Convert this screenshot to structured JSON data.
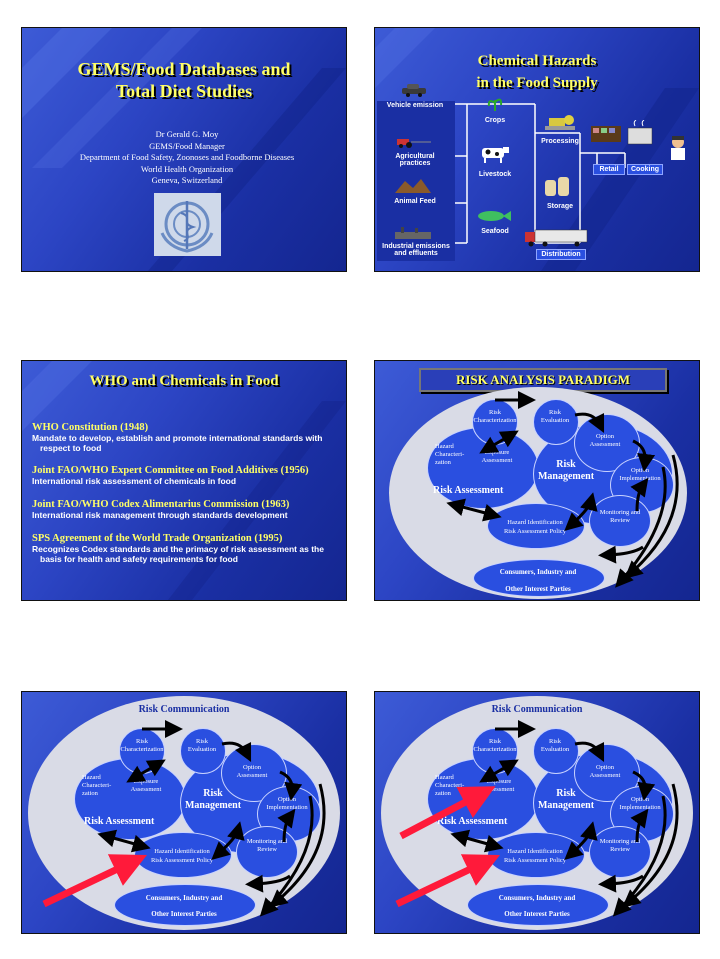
{
  "slide1": {
    "title_line1": "GEMS/Food Databases and",
    "title_line2": "Total Diet Studies",
    "author": "Dr Gerald G. Moy",
    "role": "GEMS/Food Manager",
    "dept": "Department of Food Safety, Zoonoses and Foodborne Diseases",
    "org": "World Health Organization",
    "place": "Geneva, Switzerland",
    "logo_icon": "who-emblem-icon"
  },
  "slide2": {
    "title_line1": "Chemical Hazards",
    "title_line2": "in  the  Food  Supply",
    "labels": {
      "vehicle": "Vehicle emission",
      "crops": "Crops",
      "processing": "Processing",
      "agri": "Agricultural practices",
      "livestock": "Livestock",
      "retail": "Retail",
      "cooking": "Cooking",
      "feed": "Animal Feed",
      "storage": "Storage",
      "seafood": "Seafood",
      "industrial": "Industrial emissions and effluents",
      "distribution": "Distribution"
    }
  },
  "slide3": {
    "title": "WHO and Chemicals in Food",
    "items": [
      {
        "heading": "WHO Constitution (1948)",
        "body": "Mandate to develop, establish and promote international standards with respect to food"
      },
      {
        "heading": "Joint FAO/WHO Expert Committee on Food Additives (1956)",
        "body": "International risk assessment of chemicals in food"
      },
      {
        "heading": "Joint FAO/WHO Codex Alimentarius Commission (1963)",
        "body": "International risk management through standards development"
      },
      {
        "heading": "SPS Agreement of the World Trade Organization (1995)",
        "body": "Recognizes Codex standards and the primacy of risk assessment as the basis for health and safety requirements for food"
      }
    ]
  },
  "slide4": {
    "title": "RISK ANALYSIS PARADIGM"
  },
  "slide5": {
    "title": "Risk Communication"
  },
  "slide6": {
    "title": "Risk Communication"
  },
  "diagram": {
    "risk_characterization": "Risk Characterization",
    "risk_evaluation": "Risk Evaluation",
    "option_assessment": "Option Assessment",
    "hazard_characterization": "Hazard Characteri- zation",
    "exposure_assessment": "Exposure Assessment",
    "risk_management": "Risk Management",
    "option_implementation": "Option Implementation",
    "risk_assessment": "Risk Assessment",
    "monitoring_review": "Monitoring and Review",
    "hazard_identification": "Hazard Identification",
    "risk_assessment_policy": "Risk Assessment Policy",
    "consumers_line1": "Consumers, Industry and",
    "consumers_line2": "Other Interest Parties"
  },
  "colors": {
    "slide_blue": "#2c45c4",
    "title_yellow": "#ffff66",
    "circle_blue": "#2a4fe0",
    "grey_ellipse": "#d9dbe6",
    "arrow_red": "#ff1a3a"
  }
}
